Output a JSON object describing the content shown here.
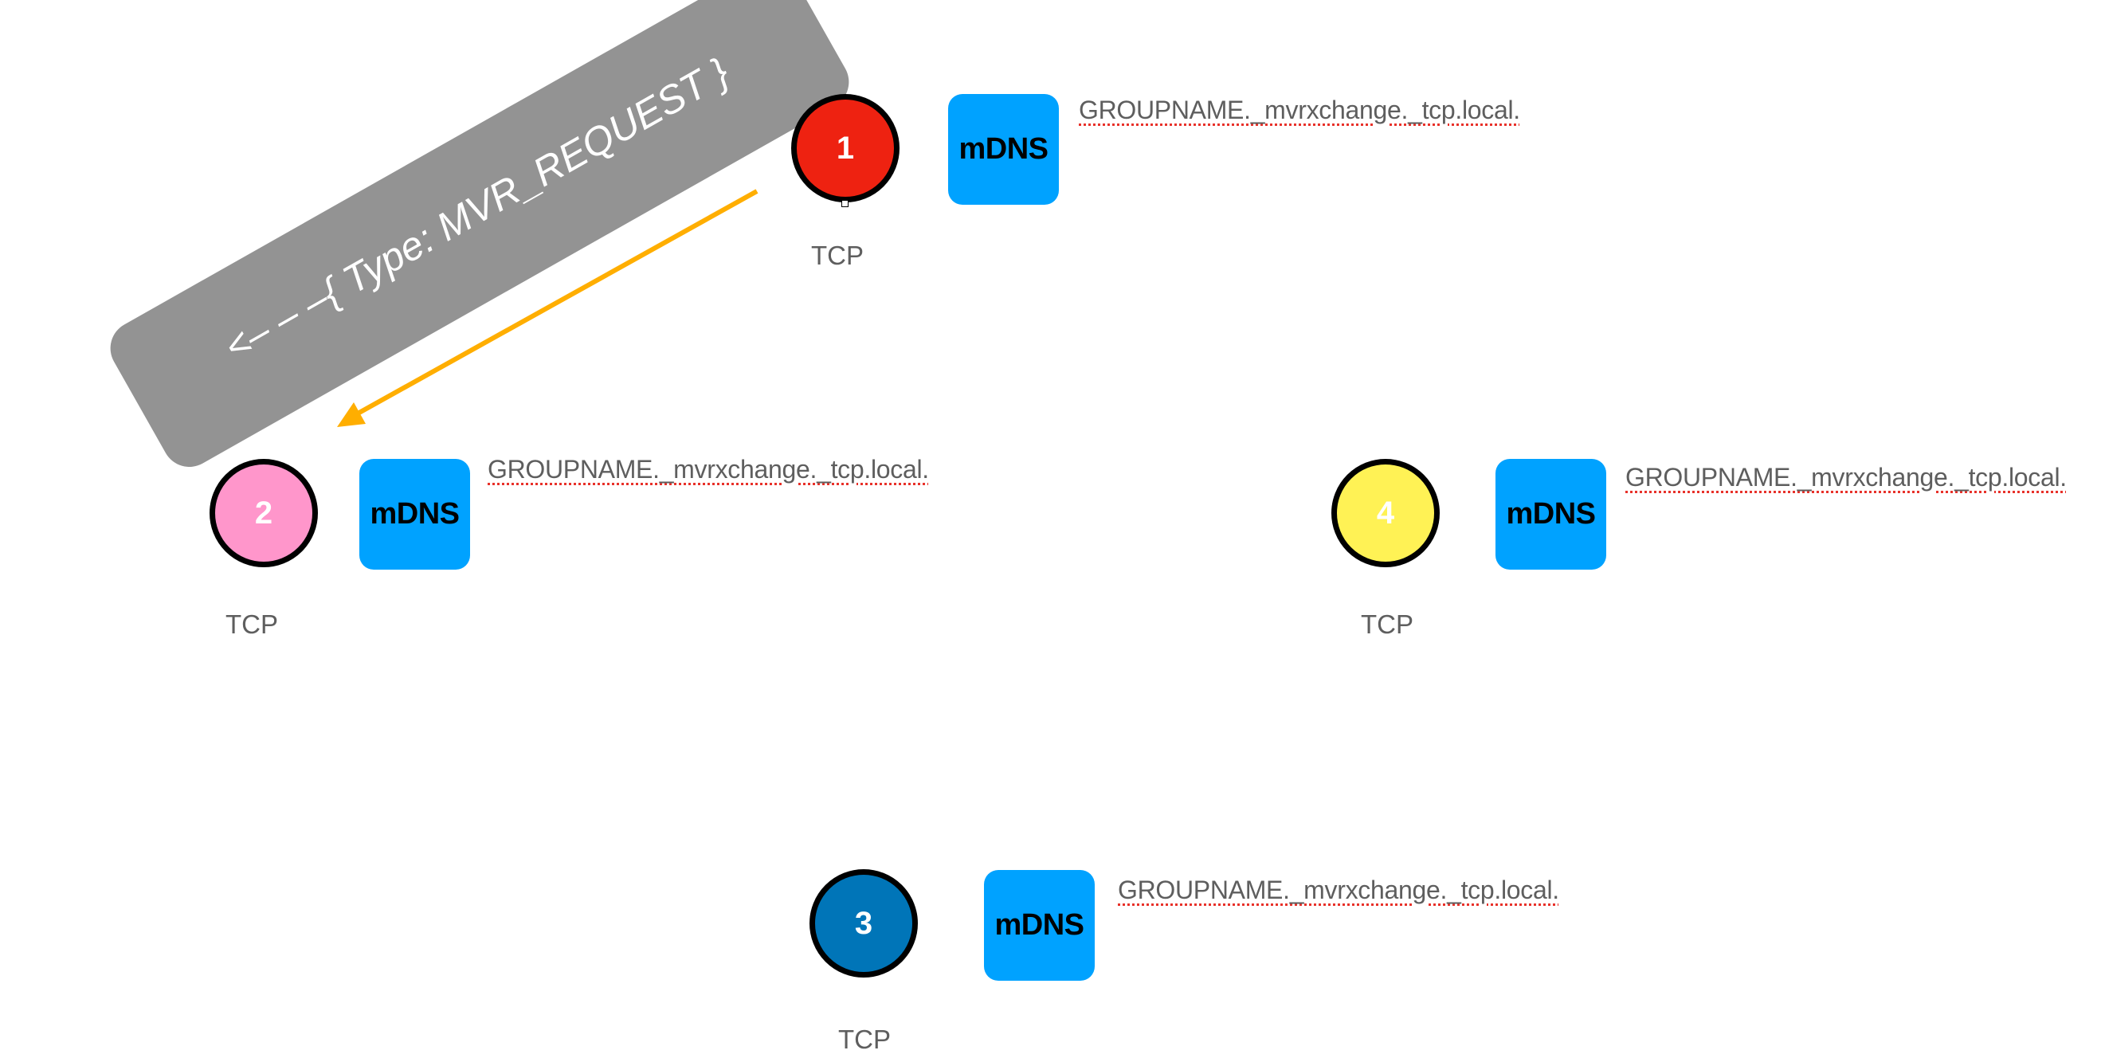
{
  "banner": {
    "text": "<– – –{ Type: MVR_REQUEST }",
    "color": "#939393"
  },
  "arrow": {
    "from": "node-1",
    "to": "node-2",
    "color": "#ffae00"
  },
  "nodes": [
    {
      "id": "1",
      "label": "1",
      "color": "#ee2211",
      "badge": "mDNS",
      "service": "GROUPNAME._mvrxchange._tcp.local.",
      "transport": "TCP"
    },
    {
      "id": "2",
      "label": "2",
      "color": "#ff96cb",
      "badge": "mDNS",
      "service": "GROUPNAME._mvrxchange._tcp.local.",
      "transport": "TCP"
    },
    {
      "id": "3",
      "label": "3",
      "color": "#0075b8",
      "badge": "mDNS",
      "service": "GROUPNAME._mvrxchange._tcp.local.",
      "transport": "TCP"
    },
    {
      "id": "4",
      "label": "4",
      "color": "#fff255",
      "badge": "mDNS",
      "service": "GROUPNAME._mvrxchange._tcp.local.",
      "transport": "TCP"
    }
  ],
  "colors": {
    "mdns_badge": "#00a2ff",
    "text_gray": "#5e5e5e",
    "spellcheck_underline": "#e8312a"
  }
}
